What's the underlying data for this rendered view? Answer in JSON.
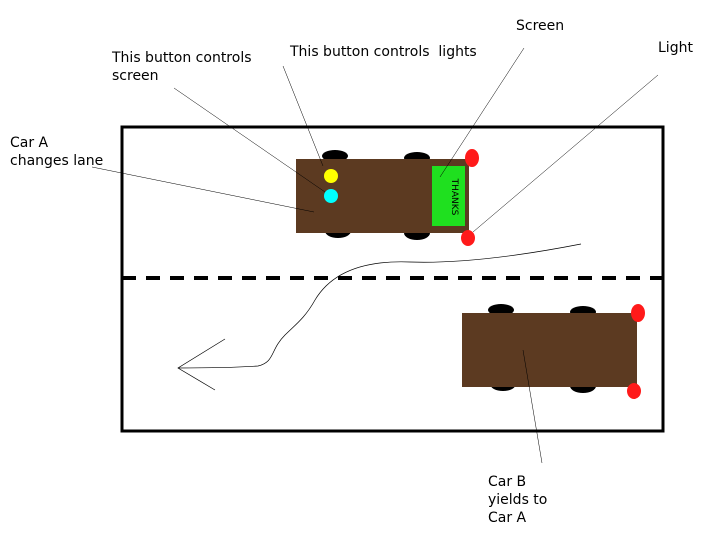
{
  "labels": {
    "button_screen": [
      "This button controls",
      "screen"
    ],
    "button_lights": "This button controls  lights",
    "screen": "Screen",
    "light": "Light",
    "car_a": [
      "Car A",
      "changes lane"
    ],
    "car_b": [
      "Car B",
      "yields to",
      "Car A"
    ]
  },
  "screen_text": "THANKS",
  "colors": {
    "car_body": "#5c3a21",
    "wheel": "#000000",
    "light": "#ff1a1a",
    "screen": "#1fe01f",
    "button_lights": "#ffff00",
    "button_screen": "#00ffff"
  }
}
